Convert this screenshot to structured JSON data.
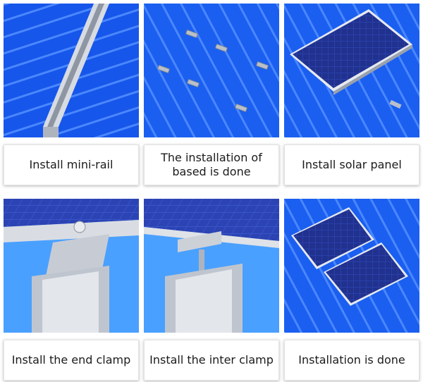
{
  "steps": [
    {
      "label": "Install mini-rail"
    },
    {
      "label": "The installation of\nbased is done"
    },
    {
      "label": "Install solar panel"
    },
    {
      "label": "Install the end clamp"
    },
    {
      "label": "Install the inter clamp"
    },
    {
      "label": "Installation is done"
    }
  ],
  "colors": {
    "roof_blue": "#1a5ff0",
    "roof_light": "#3d7dff",
    "panel_blue": "#23369a",
    "aluminum": "#c9ced6"
  },
  "icons": [
    "mini-rail-image",
    "roof-brackets-image",
    "solar-panel-image",
    "end-clamp-image",
    "inter-clamp-image",
    "completed-array-image"
  ]
}
